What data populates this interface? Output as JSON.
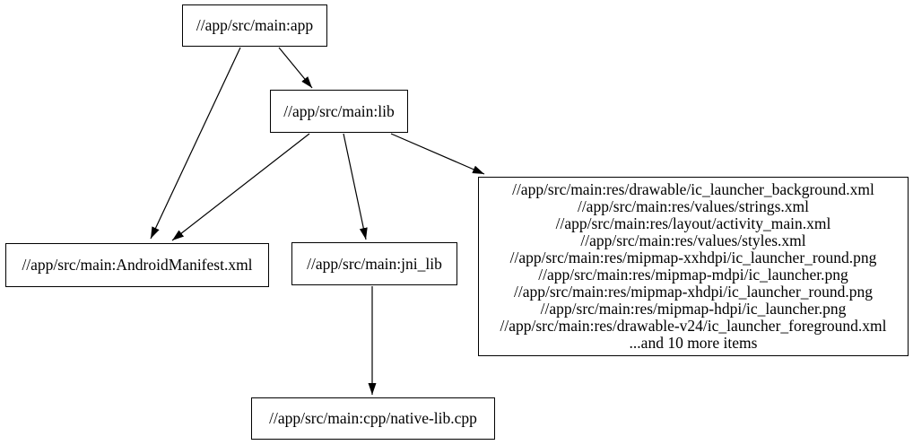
{
  "diagram": {
    "type": "dependency-graph",
    "background_color": "#ffffff",
    "node_border_color": "#000000",
    "text_color": "#000000",
    "nodes": {
      "app": {
        "label": "//app/src/main:app"
      },
      "lib": {
        "label": "//app/src/main:lib"
      },
      "manifest": {
        "label": "//app/src/main:AndroidManifest.xml"
      },
      "jni_lib": {
        "label": "//app/src/main:jni_lib"
      },
      "res_group": {
        "lines": [
          "//app/src/main:res/drawable/ic_launcher_background.xml",
          "//app/src/main:res/values/strings.xml",
          "//app/src/main:res/layout/activity_main.xml",
          "//app/src/main:res/values/styles.xml",
          "//app/src/main:res/mipmap-xxhdpi/ic_launcher_round.png",
          "//app/src/main:res/mipmap-mdpi/ic_launcher.png",
          "//app/src/main:res/mipmap-xhdpi/ic_launcher_round.png",
          "//app/src/main:res/mipmap-hdpi/ic_launcher.png",
          "//app/src/main:res/drawable-v24/ic_launcher_foreground.xml",
          "...and 10 more items"
        ]
      },
      "native_lib": {
        "label": "//app/src/main:cpp/native-lib.cpp"
      }
    },
    "edges": [
      {
        "from": "//app/src/main:app",
        "to": "//app/src/main:lib"
      },
      {
        "from": "//app/src/main:app",
        "to": "//app/src/main:AndroidManifest.xml"
      },
      {
        "from": "//app/src/main:lib",
        "to": "//app/src/main:AndroidManifest.xml"
      },
      {
        "from": "//app/src/main:lib",
        "to": "//app/src/main:jni_lib"
      },
      {
        "from": "//app/src/main:lib",
        "to": "res_group"
      },
      {
        "from": "//app/src/main:jni_lib",
        "to": "//app/src/main:cpp/native-lib.cpp"
      }
    ]
  }
}
